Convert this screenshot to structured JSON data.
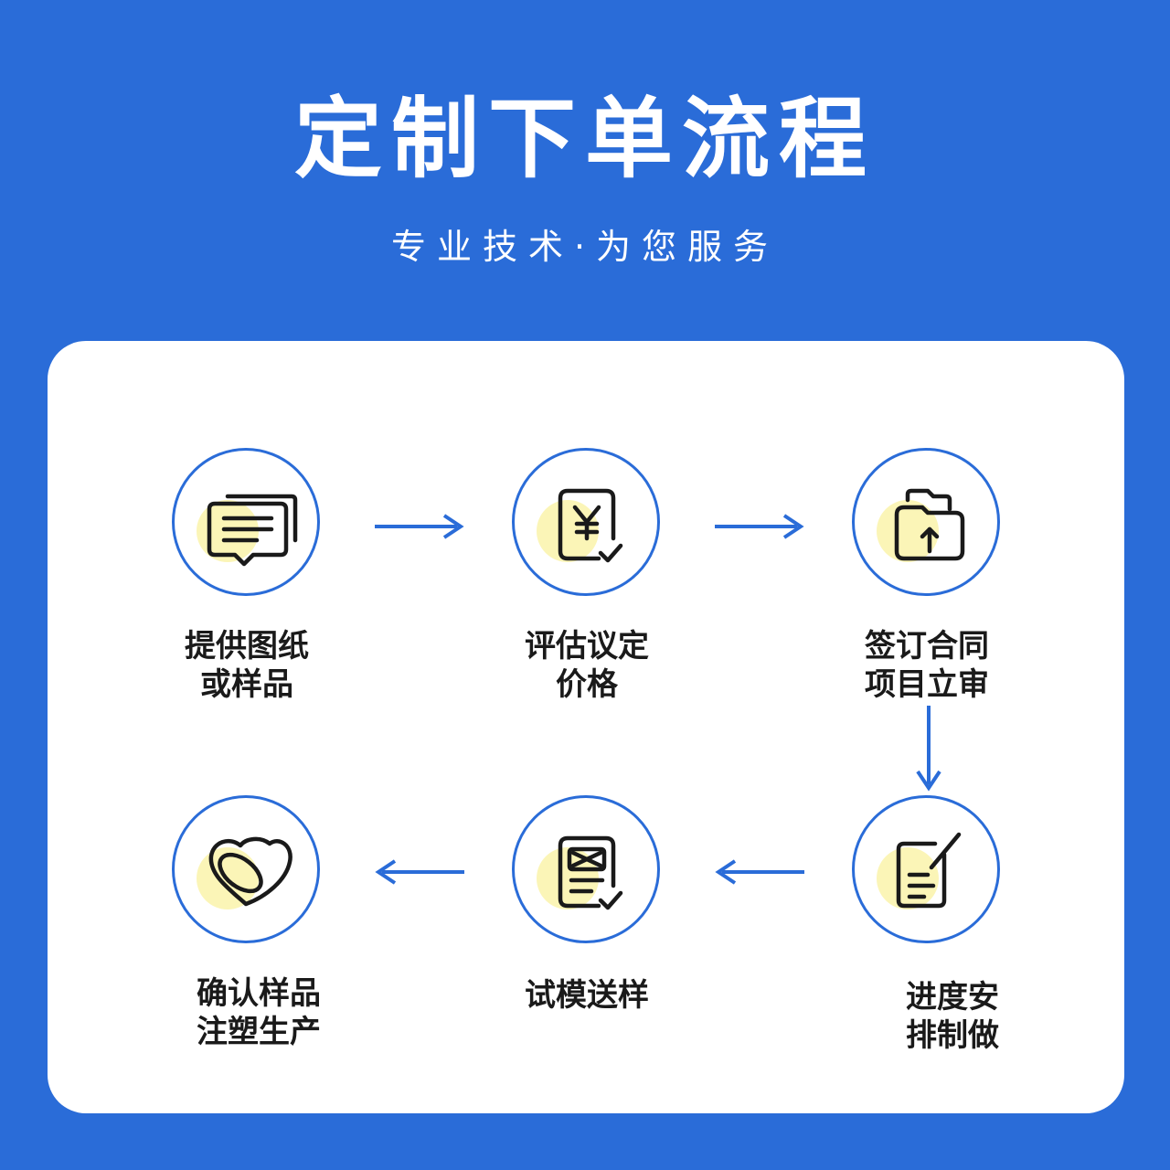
{
  "header": {
    "title": "定制下单流程",
    "subtitle": "专业技术·为您服务"
  },
  "colors": {
    "background": "#2a6cd8",
    "card": "#ffffff",
    "accent_yellow": "#fbf5b7",
    "icon_stroke": "#1a1a1a"
  },
  "steps": [
    {
      "icon": "chat-document-icon",
      "line1": "提供图纸",
      "line2": "或样品"
    },
    {
      "icon": "yen-receipt-icon",
      "line1": "评估议定",
      "line2": "价格"
    },
    {
      "icon": "folder-upload-icon",
      "line1": "签订合同",
      "line2": "项目立审"
    },
    {
      "icon": "edit-document-icon",
      "line1": "进度安",
      "line2": "排制做"
    },
    {
      "icon": "checked-document-icon",
      "line1": "试模送样",
      "line2": ""
    },
    {
      "icon": "heart-bean-icon",
      "line1": "确认样品",
      "line2": "注塑生产"
    }
  ]
}
